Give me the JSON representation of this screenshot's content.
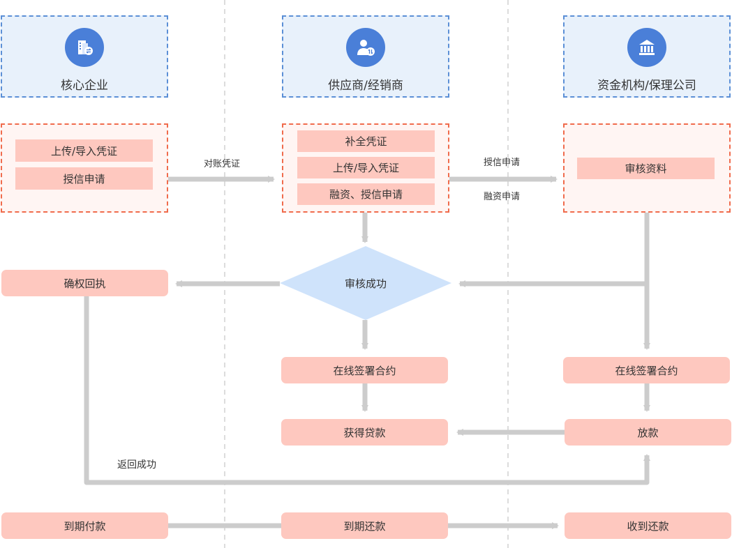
{
  "lanes": [
    {
      "title": "核心企业",
      "icon": "building-exchange-icon"
    },
    {
      "title": "供应商/经销商",
      "icon": "person-exchange-icon"
    },
    {
      "title": "资金机构/保理公司",
      "icon": "bank-icon"
    }
  ],
  "groups": {
    "core": [
      "上传/导入凭证",
      "授信申请"
    ],
    "supplier": [
      "补全凭证",
      "上传/导入凭证",
      "融资、授信申请"
    ],
    "funder": [
      "审核资料"
    ]
  },
  "nodes": {
    "decision": "审核成功",
    "confirm_receipt": "确权回执",
    "sign_supplier": "在线签署合约",
    "sign_funder": "在线签署合约",
    "get_loan": "获得贷款",
    "disburse": "放款",
    "pay_due": "到期付款",
    "repay_due": "到期还款",
    "receive_repay": "收到还款"
  },
  "edge_labels": {
    "reconcile": "对账凭证",
    "credit_apply": "授信申请",
    "finance_apply": "融资申请",
    "return_success": "返回成功"
  },
  "colors": {
    "lane_fill": "#e8f1fb",
    "lane_border": "#5b8fd6",
    "icon_fill": "#4a7fd8",
    "group_border": "#f06b4c",
    "node_fill": "#fec8bf",
    "diamond_fill": "#cfe3fb",
    "connector": "#cccccc",
    "divider": "#d0d0d0"
  }
}
